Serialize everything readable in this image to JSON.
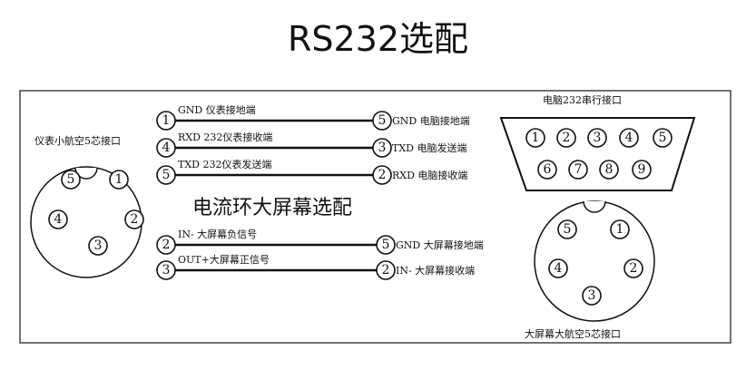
{
  "title": "RS232选配",
  "meter_connector": {
    "label": "仪表小航空5芯接口",
    "pins": [
      "5",
      "1",
      "4",
      "2",
      "3"
    ]
  },
  "rs232_wiring": [
    {
      "left_pin": "1",
      "left_label": "GND  仪表接地端",
      "right_pin": "5",
      "right_label": "GND 电脑接地端"
    },
    {
      "left_pin": "4",
      "left_label": "RXD  232仪表接收端",
      "right_pin": "3",
      "right_label": "TXD 电脑发送端"
    },
    {
      "left_pin": "5",
      "left_label": "TXD   232仪表发送端",
      "right_pin": "2",
      "right_label": "RXD 电脑接收端"
    }
  ],
  "db9": {
    "label": "电脑232串行接口",
    "pins_top": [
      "1",
      "2",
      "3",
      "4",
      "5"
    ],
    "pins_bottom": [
      "6",
      "7",
      "8",
      "9"
    ]
  },
  "current_loop_title": "电流环大屏幕选配",
  "loop_wiring": [
    {
      "left_pin": "2",
      "left_label": "IN-    大屏幕负信号",
      "right_pin": "5",
      "right_label": "GND 大屏幕接地端"
    },
    {
      "left_pin": "3",
      "left_label": "OUT+大屏幕正信号",
      "right_pin": "2",
      "right_label": "IN- 大屏幕接收端"
    }
  ],
  "screen_connector": {
    "label": "大屏幕大航空5芯接口",
    "pins": [
      "5",
      "1",
      "4",
      "2",
      "3"
    ]
  }
}
